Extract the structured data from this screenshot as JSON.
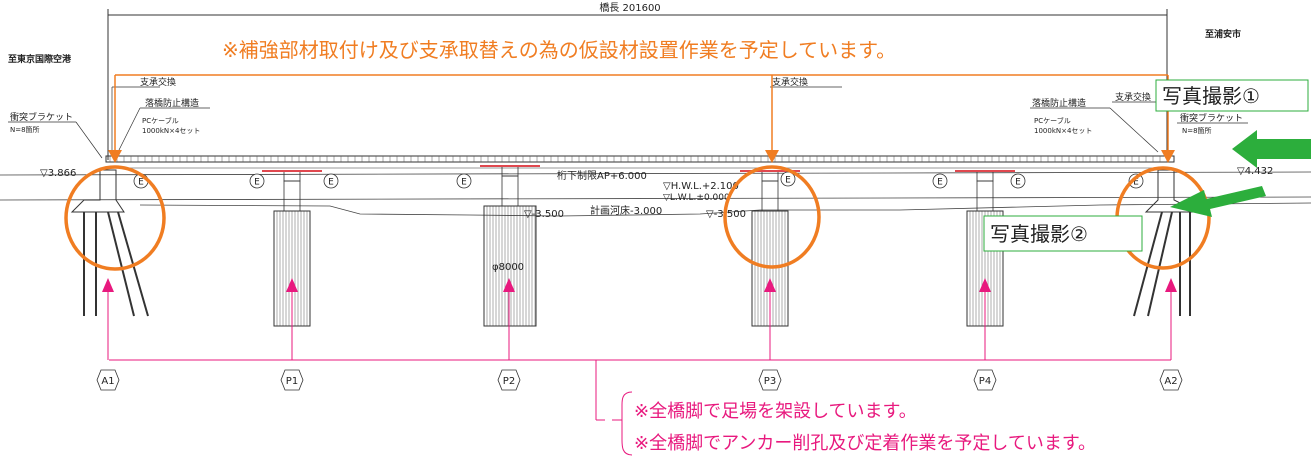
{
  "dimension": {
    "label": "橋長 201600"
  },
  "notes": {
    "top": "※補強部材取付け及び支承取替えの為の仮設材設置作業を予定しています。",
    "bottom_1": "※全橋脚で足場を架設しています。",
    "bottom_2": "※全橋脚でアンカー削孔及び定着作業を予定しています。"
  },
  "directions": {
    "left": "至東京国際空港",
    "right": "至浦安市"
  },
  "photos": {
    "p1": "写真撮影①",
    "p2": "写真撮影②"
  },
  "callouts": {
    "bearing_replace": "支承交換",
    "fall_prevent": "落橋防止構造",
    "pc_cable": "PCケーブル",
    "pc_cable_spec": "1000kN×4セット",
    "bracket": "衝突ブラケット",
    "bracket_count": "N=8箇所"
  },
  "levels": {
    "left": "▽3.866",
    "right": "▽4.432",
    "girder_limit": "桁下制限AP+6.000",
    "hwl": "▽H.W.L.+2.100",
    "lwl": "▽L.W.L.±0.000",
    "riverbed1": "▽-3.500",
    "riverbed2": "▽-3.500",
    "plan_riverbed": "計画河床-3.000"
  },
  "pier_dim": "φ8000",
  "bearing_mark": "E",
  "piers": [
    "A1",
    "P1",
    "P2",
    "P3",
    "P4",
    "A2"
  ],
  "colors": {
    "orange": "#f07d22",
    "pink": "#e8197e",
    "green": "#2cae3c",
    "line": "#333333"
  }
}
